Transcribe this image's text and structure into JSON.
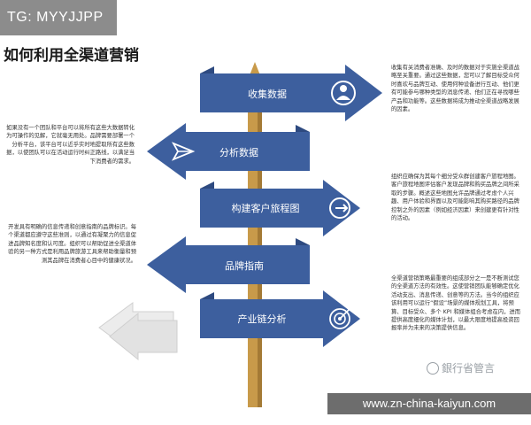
{
  "badge": "TG: MYYJJPP",
  "title": "如何利用全渠道营销",
  "colors": {
    "arrow": "#3d5f9e",
    "arrow_dark": "#2e4a80",
    "post": "#c89a4a",
    "post_dark": "#a47a35",
    "gray_arrow": "#e4e4e4"
  },
  "arrows": [
    {
      "label": "收集数据",
      "icon": "person-icon"
    },
    {
      "label": "分析数据",
      "icon": "paper-plane-icon"
    },
    {
      "label": "构建客户旅程图",
      "icon": "arrow-circle-icon"
    },
    {
      "label": "品牌指南",
      "icon": "none"
    },
    {
      "label": "产业链分析",
      "icon": "target-icon"
    }
  ],
  "paragraphs": {
    "right_1": "收集有关消费者准确、及时的数据对于实施全渠道战略至关重要。通过这些数据，您可以了解目标受众何时喜欢与品牌互动、使用何种设备进行互动、他们更有可能参与哪种类型的消息传递、他们正在寻找哪些产品和功能等。这些数据将成为推动全渠道战略发展的因素。",
    "left_1": "如果没有一个团队和平台可以将所有这些大数据转化为可操作的见解，它就毫无用处。品牌需要部署一个分析平台，该平台可以近乎实时地提取所有这些数据，以使团队可以在活动运行时纠正路线，以满足当下消费者的需求。",
    "right_2": "组织应确保为其每个细分受众群创建客户旅程地图。客户旅程地图评估客户发现品牌和购买品牌之间所采取的步骤。概述这些地图允许品牌通过考虑个人兴趣、用户体验和界面以及可能影响其购买路径的品牌控制之外的因素（例如经济因素）来创建更有针对性的活动。",
    "left_2": "开发具有明确的信息传递和创意指南的品牌标识。每个渠道都应遵守这些准则，以通过有凝聚力的信息促进品牌知名度和认可度。组织可以帮助促进全渠道体验的另一种方式是利用品牌旅游工具来帮助衡量和预测其品牌在消费者心目中的健康状况。",
    "right_3": "全渠道营销策略最重要的组成部分之一是不断测试您的全渠道方法的有效性。这使营销团队能够确定优化活动支出、消息传递、创意等的方法。当今的组织应该利用可以运行“假设”场景的媒体规划工具，将预算、目标受众、多个 KPI 和媒体组合考虑在内，进而提供高度细化的媒体计划，以最大限度地提高投资回报率并为未来的决策提供信息。"
  },
  "watermark": "銀行省管言",
  "url": "www.zn-china-kaiyun.com"
}
